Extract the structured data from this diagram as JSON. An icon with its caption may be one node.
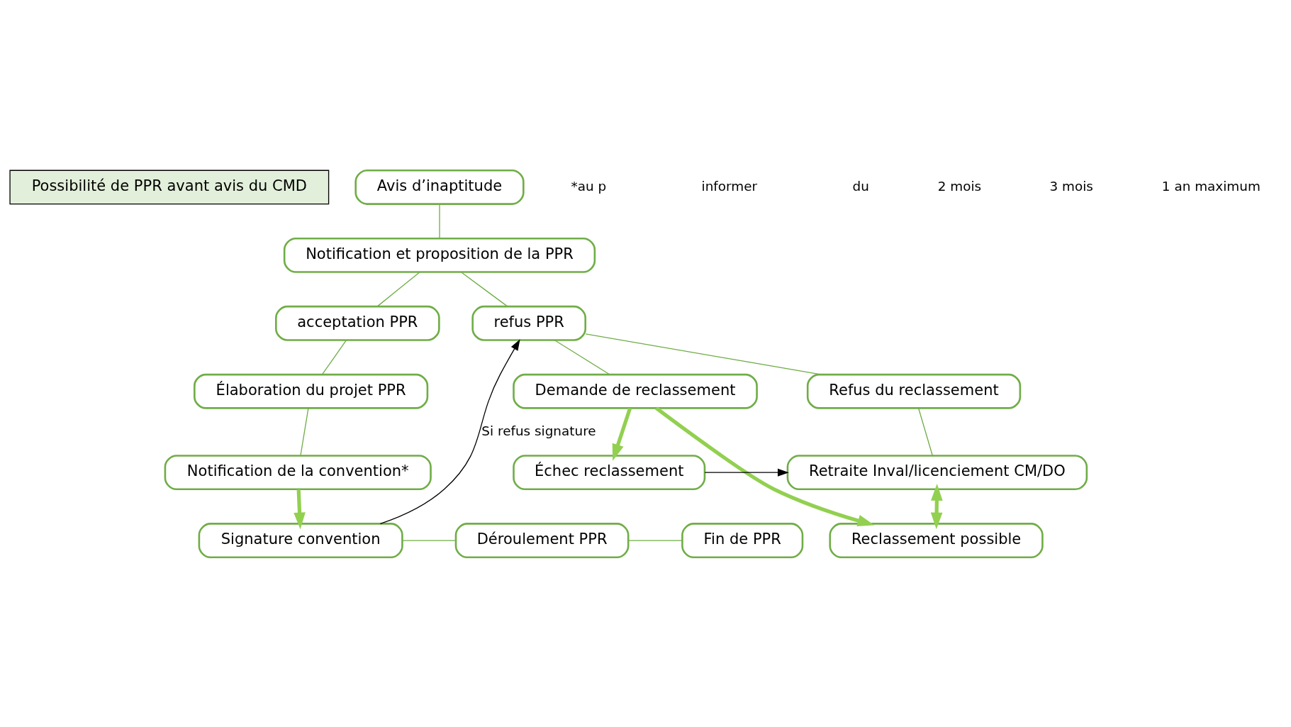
{
  "diagram": {
    "nodes": [
      {
        "text": [
          "Possibilité de PPR avant avis du CMD"
        ]
      },
      {
        "text": [
          "Avis d’inaptitude"
        ]
      },
      {
        "text": [
          "Notification et proposition de la PPR"
        ]
      },
      {
        "text": [
          "acceptation PPR"
        ]
      },
      {
        "text": [
          "refus PPR"
        ]
      },
      {
        "text": [
          "Élaboration du projet PPR"
        ]
      },
      {
        "text": [
          "Refus du reclassement"
        ]
      },
      {
        "text": [
          "Demande de reclassement"
        ]
      },
      {
        "text": [
          "Notification de la convention*"
        ]
      },
      {
        "text": [
          "Retraite Inval/licenciement CM/DO"
        ]
      },
      {
        "text": [
          "Échec reclassement"
        ]
      },
      {
        "text": [
          "Signature convention"
        ]
      },
      {
        "text": [
          "Déroulement PPR"
        ]
      },
      {
        "text": [
          "Fin de PPR"
        ]
      },
      {
        "text": [
          "Reclassement possible"
        ]
      }
    ],
    "edges": [
      {
        "from": 1,
        "to": 2,
        "arrow": "none"
      },
      {
        "from": 2,
        "to": 3,
        "arrow": "none"
      },
      {
        "from": 2,
        "to": 4,
        "arrow": "none"
      },
      {
        "from": 3,
        "to": 5,
        "arrow": "none"
      },
      {
        "from": 4,
        "to": 6,
        "arrow": "none"
      },
      {
        "from": 4,
        "to": 7,
        "arrow": "none"
      },
      {
        "from": 5,
        "to": 8,
        "arrow": "none"
      },
      {
        "from": 6,
        "to": 9,
        "arrow": "none"
      },
      {
        "from": 8,
        "to": 11,
        "arrow": "to",
        "color": "#92d050",
        "style": "thick"
      },
      {
        "from": 11,
        "to": 4,
        "arrow": "to",
        "label": "Si refus signature",
        "color": "#000000"
      },
      {
        "from": 10,
        "to": 9,
        "arrow": "to",
        "color": "#000000"
      },
      {
        "from": 7,
        "to": 10,
        "arrow": "to",
        "color": "#92d050",
        "style": "thick"
      },
      {
        "from": 7,
        "to": 14,
        "arrow": "to",
        "color": "#92d050",
        "style": "thick"
      },
      {
        "from": 14,
        "to": 9,
        "arrow": "both",
        "color": "#92d050",
        "style": "thick"
      },
      {
        "from": 11,
        "to": 12,
        "arrow": "none"
      },
      {
        "from": 12,
        "to": 13,
        "arrow": "none"
      }
    ],
    "labels": [
      "*au p",
      "informer",
      "du",
      "2 mois",
      "3 mois",
      "1 an maximum"
    ]
  }
}
